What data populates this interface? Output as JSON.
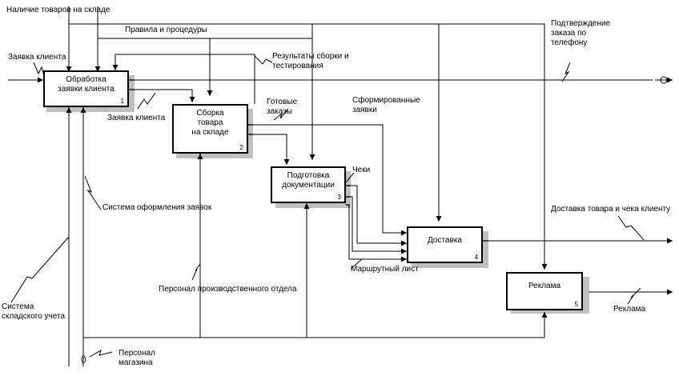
{
  "diagram": {
    "boxes": [
      {
        "id": "a1",
        "title": "Обработка\nзаявки клиента",
        "number": "1"
      },
      {
        "id": "a2",
        "title": "Сборка\nтовара\nна складе",
        "number": "2"
      },
      {
        "id": "a3",
        "title": "Подготовка\nдокументации",
        "number": "3"
      },
      {
        "id": "a4",
        "title": "Доставка",
        "number": "4"
      },
      {
        "id": "a5",
        "title": "Реклама",
        "number": "5"
      }
    ],
    "arrows": {
      "stock": "Наличие товаров на складе",
      "rules": "Правила и процедуры",
      "confirm": "Подтверждение заказа по телефону",
      "request_in": "Заявка клиента",
      "results": "Результаты сборки и тестирования",
      "request_out": "Заявка клиента",
      "ready": "Готовые заказы",
      "formed": "Сформированные заявки",
      "checks": "Чеки",
      "route": "Маршрутный лист",
      "delivery": "Доставка товара и чека клиенту",
      "ad": "Реклама",
      "order_system": "Система оформления заявок",
      "production_staff": "Персонал производственного отдела",
      "warehouse_system": "Система складского учета",
      "shop_staff": "Персонал магазина",
      "tunnel": "()"
    }
  }
}
